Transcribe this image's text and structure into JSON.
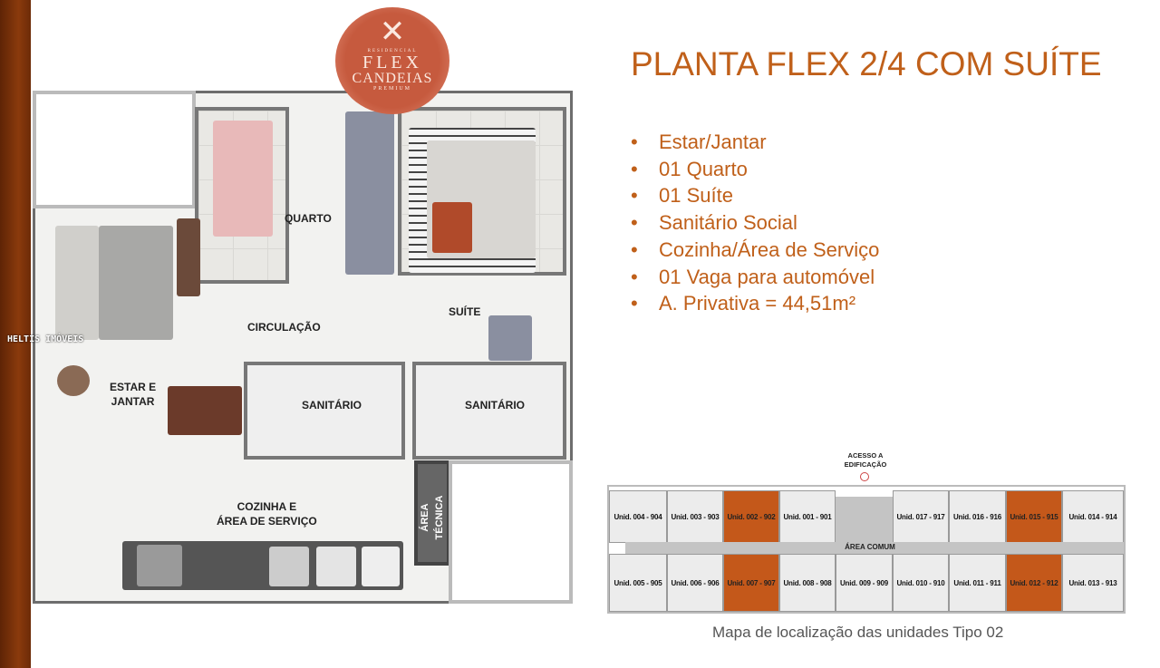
{
  "logo": {
    "line1": "RESIDENCIAL",
    "line2": "FLEX",
    "line3": "CANDEIAS",
    "line4": "PREMIUM",
    "icon": "x-monogram-icon"
  },
  "header": {
    "title": "PLANTA FLEX 2/4 COM SUÍTE"
  },
  "features": [
    "Estar/Jantar",
    "01 Quarto",
    "01 Suíte",
    "Sanitário Social",
    "Cozinha/Área de Serviço",
    "01 Vaga para automóvel",
    "A. Privativa = 44,51m²"
  ],
  "floor_plan": {
    "rooms": {
      "quarto": "QUARTO",
      "circulacao": "CIRCULAÇÃO",
      "suite": "SUÍTE",
      "estar_1": "ESTAR E",
      "estar_2": "JANTAR",
      "sanitario_1": "SANITÁRIO",
      "sanitario_2": "SANITÁRIO",
      "cozinha_1": "COZINHA E",
      "cozinha_2": "ÁREA DE SERVIÇO",
      "area_tecnica": "ÁREA TÉCNICA"
    }
  },
  "watermark": "HELTIS IMÓVEIS",
  "location_map": {
    "access_label_1": "ACESSO A",
    "access_label_2": "EDIFICAÇÃO",
    "common_area": "ÁREA COMUM",
    "highlight_color": "#c4581a",
    "top_units": [
      {
        "label": "Unid. 004 - 904",
        "highlight": false
      },
      {
        "label": "Unid. 003 - 903",
        "highlight": false
      },
      {
        "label": "Unid. 002 - 902",
        "highlight": true
      },
      {
        "label": "Unid. 001 - 901",
        "highlight": false
      },
      {
        "label": "Unid. 017 - 917",
        "highlight": false
      },
      {
        "label": "Unid. 016 - 916",
        "highlight": false
      },
      {
        "label": "Unid. 015 - 915",
        "highlight": true
      },
      {
        "label": "Unid. 014 - 914",
        "highlight": false
      }
    ],
    "bottom_units": [
      {
        "label": "Unid. 005 - 905",
        "highlight": false
      },
      {
        "label": "Unid. 006 - 906",
        "highlight": false
      },
      {
        "label": "Unid. 007 - 907",
        "highlight": true
      },
      {
        "label": "Unid. 008 - 908",
        "highlight": false
      },
      {
        "label": "Unid. 009 - 909",
        "highlight": false
      },
      {
        "label": "Unid. 010 - 910",
        "highlight": false
      },
      {
        "label": "Unid. 011 - 911",
        "highlight": false
      },
      {
        "label": "Unid. 012 - 912",
        "highlight": true
      },
      {
        "label": "Unid. 013 - 913",
        "highlight": false
      }
    ],
    "caption": "Mapa de localização das unidades Tipo 02"
  }
}
